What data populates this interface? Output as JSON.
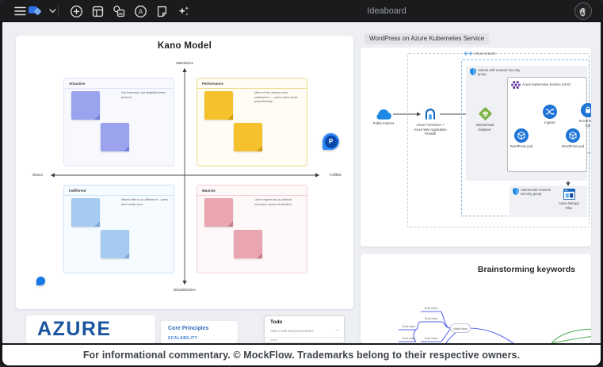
{
  "colors": {
    "toolbar_bg": "#1a1b1c",
    "canvas_bg": "#edeff3",
    "accent_blue": "#1e74d6",
    "azure_brand_blue": "#1a56a0",
    "note_purple": "#9ba3ee",
    "note_yellow": "#f5c22d",
    "note_light_blue": "#a5cbf1",
    "note_pink": "#e9a6b0",
    "load_balancer_green": "#7cb342",
    "aks_purple": "#5e2f91",
    "comment_pin_blue": "#2e86f5"
  },
  "toolbar": {
    "title": "Ideaboard",
    "icons": {
      "menu": "hamburger-menu-icon",
      "logo": "mockflow-logo",
      "expand": "chevron-down-icon",
      "add": "plus-circle-icon",
      "frame": "frame-grid-icon",
      "media": "shapes-image-icon",
      "text": "text-circle-a-icon",
      "note": "sticky-note-icon",
      "ai": "sparkles-icon",
      "pan": "hand-tool-icon"
    }
  },
  "kano": {
    "title": "Kano Model",
    "axes": {
      "top": "Satisfaction",
      "bottom": "Dissatisfaction",
      "left": "Absent",
      "right": "Fulfilled"
    },
    "quadrants": [
      {
        "label": "Attractive",
        "note": "Not expected, but delightful when present."
      },
      {
        "label": "Performance",
        "note": "More of this means more satisfaction — users value these proportionally."
      },
      {
        "label": "Indifferent",
        "note": "Makes little to no difference - users don't really care."
      },
      {
        "label": "Must-be",
        "note": "Users expect this by default - missing it causes frustration."
      }
    ],
    "comment_initial": "P"
  },
  "aks": {
    "title": "WordPress on Azure Kubernetes Service",
    "vnet_label": "Virtual network",
    "subnet_label": "Subnet with network security group",
    "cluster_label": "Azure Kubernetes Service (AKS)",
    "nodes": {
      "public_internet": "Public Internet",
      "front_door": "Azure Front Door + Azure Web Application Firewall",
      "load_balancer": "Internal load balancer",
      "ingress": "Ingress",
      "secret_store": "Secret Store CSI",
      "pod": "WordPress pod",
      "netapp": "Azure NetApp Files"
    }
  },
  "brainstorm": {
    "title": "Brainstorming keywords",
    "main_label": "Main Idea",
    "sub_label": "Sub-Idea"
  },
  "poster": {
    "text": "AZURE"
  },
  "principles": {
    "title": "Core Principles",
    "first_item": "SCALABILITY"
  },
  "todo": {
    "title": "Todo",
    "placeholder": "Add a task and press Enter"
  },
  "footer": {
    "disclaimer": "For informational commentary. © MockFlow. Trademarks belong to their respective owners."
  }
}
